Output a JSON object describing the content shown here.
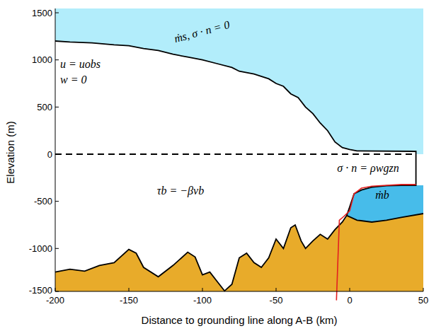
{
  "diagram": {
    "labels": [
      "1500",
      "1000",
      "500",
      "0",
      "-500",
      "-1000",
      "-1500",
      "-200",
      "-150",
      "-100",
      "-50",
      "0",
      "50",
      "Elevation (m)",
      "Distance to grounding line along A-B (km)",
      "ṁs, σ · n = 0",
      "u = uobs",
      "w = 0",
      "σ · n = ρwgzn",
      "ṁb",
      "τb = −βvb"
    ]
  }
}
